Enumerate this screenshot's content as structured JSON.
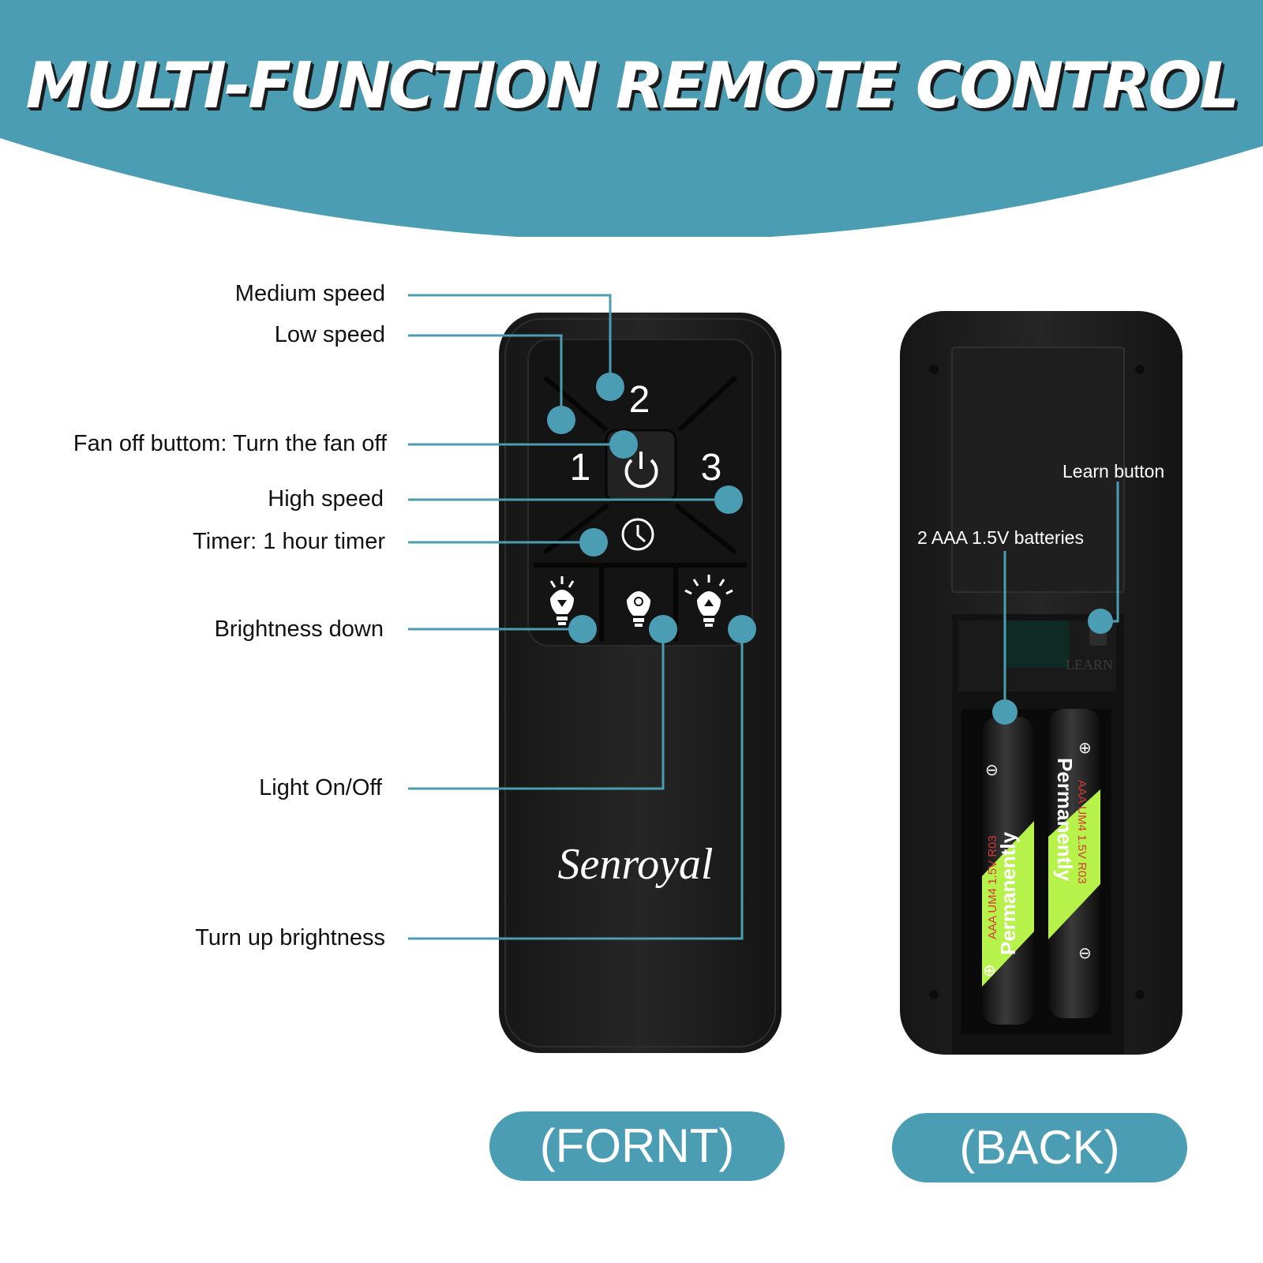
{
  "colors": {
    "accent": "#4a9db2",
    "remote_body": "#1c1c1c",
    "title_text": "#ffffff",
    "label_text": "#111111"
  },
  "header": {
    "title": "MULTI-FUNCTION REMOTE CONTROL"
  },
  "front": {
    "brand": "Senroyal",
    "keys": {
      "low": "1",
      "medium": "2",
      "high": "3"
    },
    "callouts": {
      "medium_speed": "Medium speed",
      "low_speed": "Low speed",
      "fan_off": "Fan off buttom: Turn the fan off",
      "high_speed": "High speed",
      "timer": "Timer: 1 hour timer",
      "brightness_down": "Brightness down",
      "light_on_off": "Light On/Off",
      "brightness_up": "Turn up brightness"
    },
    "caption": "(FORNT)"
  },
  "back": {
    "callouts": {
      "learn_button": "Learn button",
      "batteries": "2 AAA 1.5V batteries"
    },
    "learn_marking": "LEARN",
    "battery_label": {
      "brand": "Permanently",
      "spec": "AAA UM4 1.5V R03"
    },
    "caption": "(BACK)"
  },
  "icons": [
    "power-icon",
    "clock-icon",
    "bulb-down-icon",
    "bulb-power-icon",
    "bulb-up-icon",
    "plus-icon",
    "minus-icon"
  ]
}
